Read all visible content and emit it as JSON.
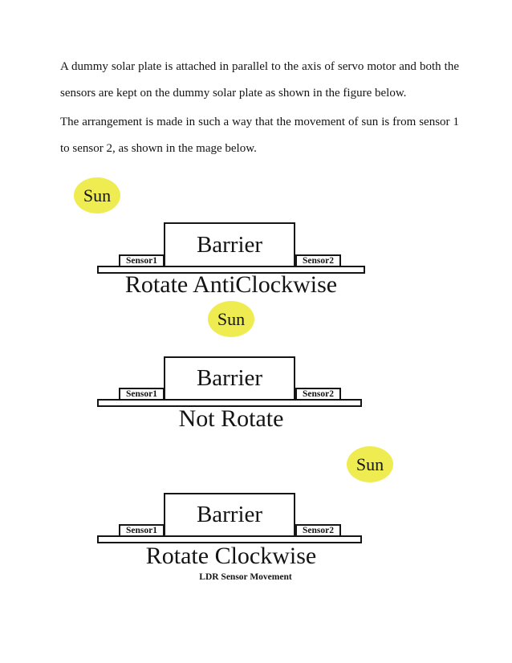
{
  "document": {
    "paragraphs": [
      {
        "lines": [
          "A dummy solar plate is attached in parallel to the axis of servo motor and both the",
          "sensors are kept on the dummy solar plate as shown in the figure below."
        ]
      },
      {
        "lines": [
          "The arrangement is made in such a way that the movement of sun is from sensor 1",
          "to sensor 2, as shown in the mage below."
        ]
      }
    ]
  },
  "figure": {
    "sun_label": "Sun",
    "barrier_label": "Barrier",
    "sensor1_label": "Sensor1",
    "sensor2_label": "Sensor2",
    "rows": [
      {
        "sun_position": "left",
        "caption": "Rotate AntiClockwise"
      },
      {
        "sun_position": "center",
        "caption": "Not Rotate"
      },
      {
        "sun_position": "right",
        "caption": "Rotate Clockwise"
      }
    ],
    "caption": "LDR Sensor Movement",
    "colors": {
      "sun_fill": "#efec52",
      "line": "#151515",
      "text": "#141414"
    }
  }
}
